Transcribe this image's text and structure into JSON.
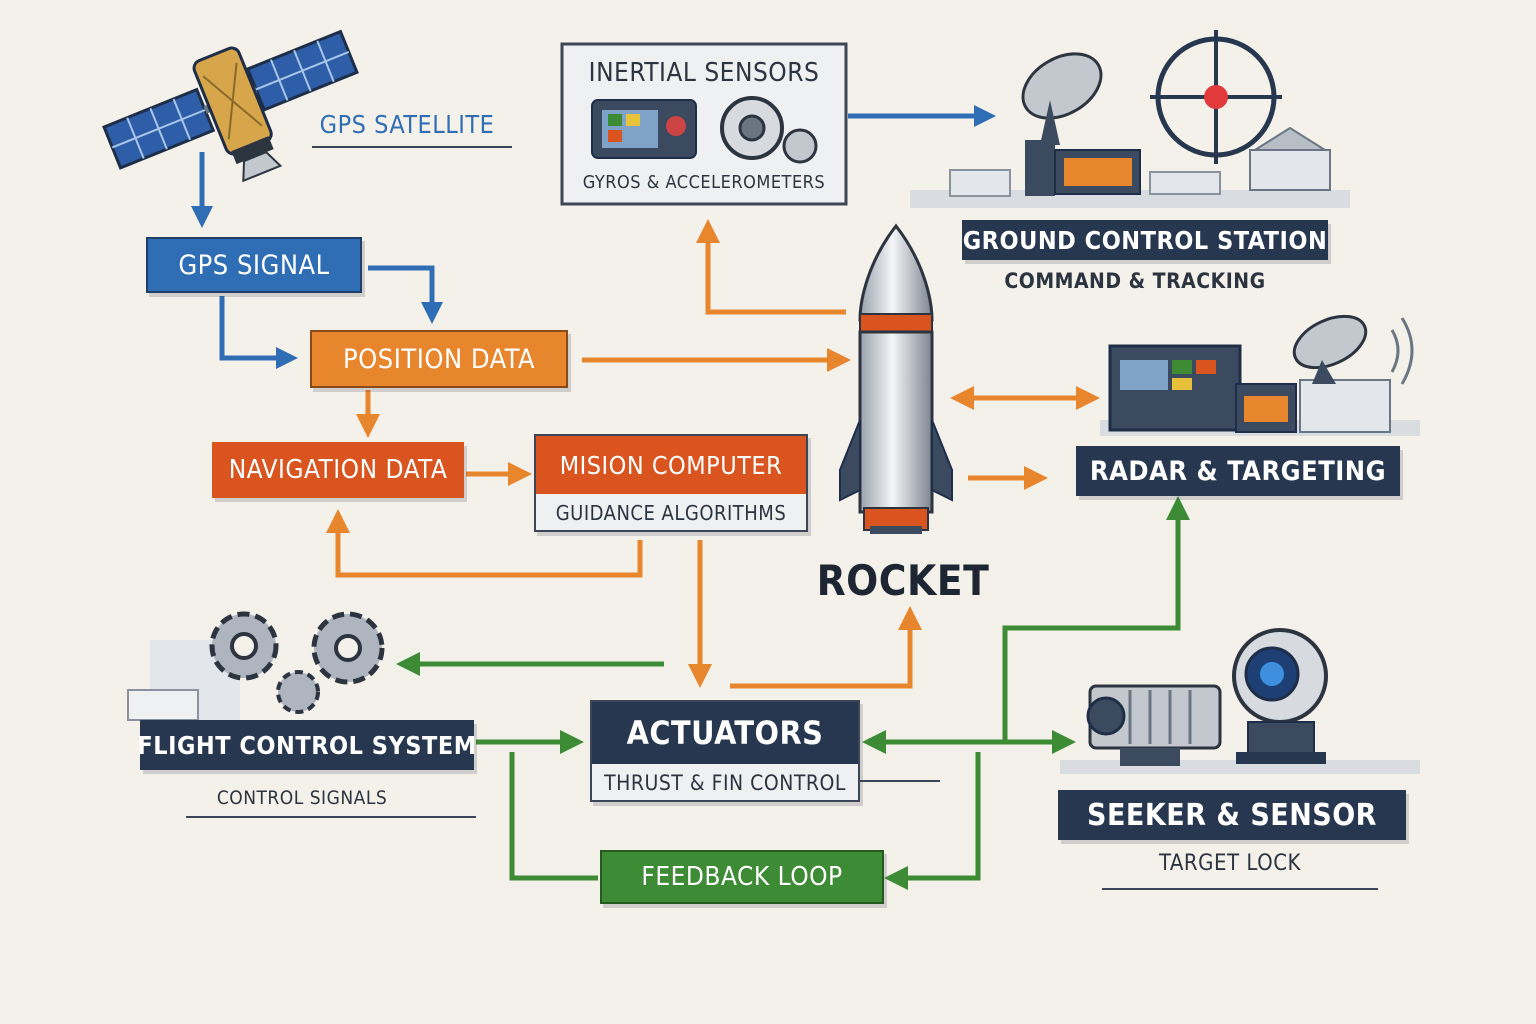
{
  "diagram": {
    "gps_satellite": "GPS SATELLITE",
    "gps_signal": "GPS SIGNAL",
    "position_data": "POSITION DATA",
    "navigation_data": "NAVIGATION DATA",
    "mission_computer": "MISION COMPUTER",
    "guidance_algorithms": "GUIDANCE ALGORITHMS",
    "inertial_sensors": "INERTIAL SENSORS",
    "gyros_accelerometers": "GYROS & ACCELEROMETERS",
    "ground_control_station": "GROUND CONTROL STATION",
    "command_tracking": "COMMAND & TRACKING",
    "radar_targeting": "RADAR & TARGETING",
    "rocket": "ROCKET",
    "flight_control_system": "FLIGHT CONTROL SYSTEM",
    "control_signals": "CONTROL SIGNALS",
    "actuators": "ACTUATORS",
    "thrust_fin_control": "THRUST & FIN CONTROL",
    "seeker_sensor": "SEEKER & SENSOR",
    "target_lock": "TARGET LOCK",
    "feedback_loop": "FEEDBACK LOOP"
  },
  "colors": {
    "blue": "#2f6db5",
    "orange": "#e8862e",
    "red_orange": "#d9541f",
    "green": "#3d8c35",
    "navy": "#26374f",
    "background": "#f4f1ea"
  }
}
